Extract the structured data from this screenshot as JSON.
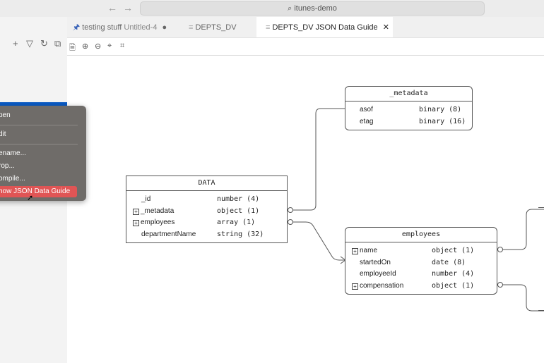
{
  "titlebar": {
    "back_arrow": "←",
    "forward_arrow": "→",
    "search_text": "itunes-demo"
  },
  "sidebar": {
    "tools": [
      "+",
      "▽",
      "↻",
      "⧉"
    ]
  },
  "tabs": [
    {
      "label": "testing stuff",
      "sub": "Untitled-4",
      "suffix": "●",
      "icon": "pin-icon"
    },
    {
      "label": "DEPTS_DV",
      "icon": "file-icon"
    },
    {
      "label": "DEPTS_DV JSON Data Guide",
      "close": "✕",
      "icon": "file-icon"
    }
  ],
  "toolbar": {
    "icons": [
      "page-icon",
      "zoom-in-icon",
      "zoom-out-icon",
      "fit-icon",
      "expand-icon"
    ]
  },
  "context_menu": {
    "items": [
      "pen",
      "dit",
      "ename...",
      "rop...",
      "ompile...",
      "how JSON Data Guide"
    ],
    "highlight_index": 5
  },
  "entities": {
    "data": {
      "title": "DATA",
      "rows": [
        {
          "name": "_id",
          "type": "number (4)",
          "expandable": false
        },
        {
          "name": "_metadata",
          "type": "object (1)",
          "expandable": true
        },
        {
          "name": "employees",
          "type": "array (1)",
          "expandable": true
        },
        {
          "name": "departmentName",
          "type": "string (32)",
          "expandable": false
        }
      ]
    },
    "metadata": {
      "title": "_metadata",
      "rows": [
        {
          "name": "asof",
          "type": "binary (8)"
        },
        {
          "name": "etag",
          "type": "binary (16)"
        }
      ]
    },
    "employees": {
      "title": "employees",
      "rows": [
        {
          "name": "name",
          "type": "object (1)",
          "expandable": true
        },
        {
          "name": "startedOn",
          "type": "date (8)",
          "expandable": false
        },
        {
          "name": "employeeId",
          "type": "number (4)",
          "expandable": false
        },
        {
          "name": "compensation",
          "type": "object (1)",
          "expandable": true
        }
      ]
    }
  },
  "colors": {
    "menu_highlight": "#e05555",
    "selection": "#0a5bc4"
  }
}
